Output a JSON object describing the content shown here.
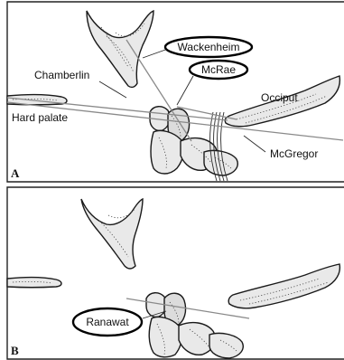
{
  "panel_a": {
    "letter": "A",
    "labels": {
      "wackenheim": "Wackenheim",
      "mcrae": "McRae",
      "chamberlin": "Chamberlin",
      "occiput": "Occiput",
      "hard_palate": "Hard palate",
      "mcgregor": "McGregor"
    }
  },
  "panel_b": {
    "letter": "B",
    "labels": {
      "ranawat": "Ranawat"
    }
  }
}
